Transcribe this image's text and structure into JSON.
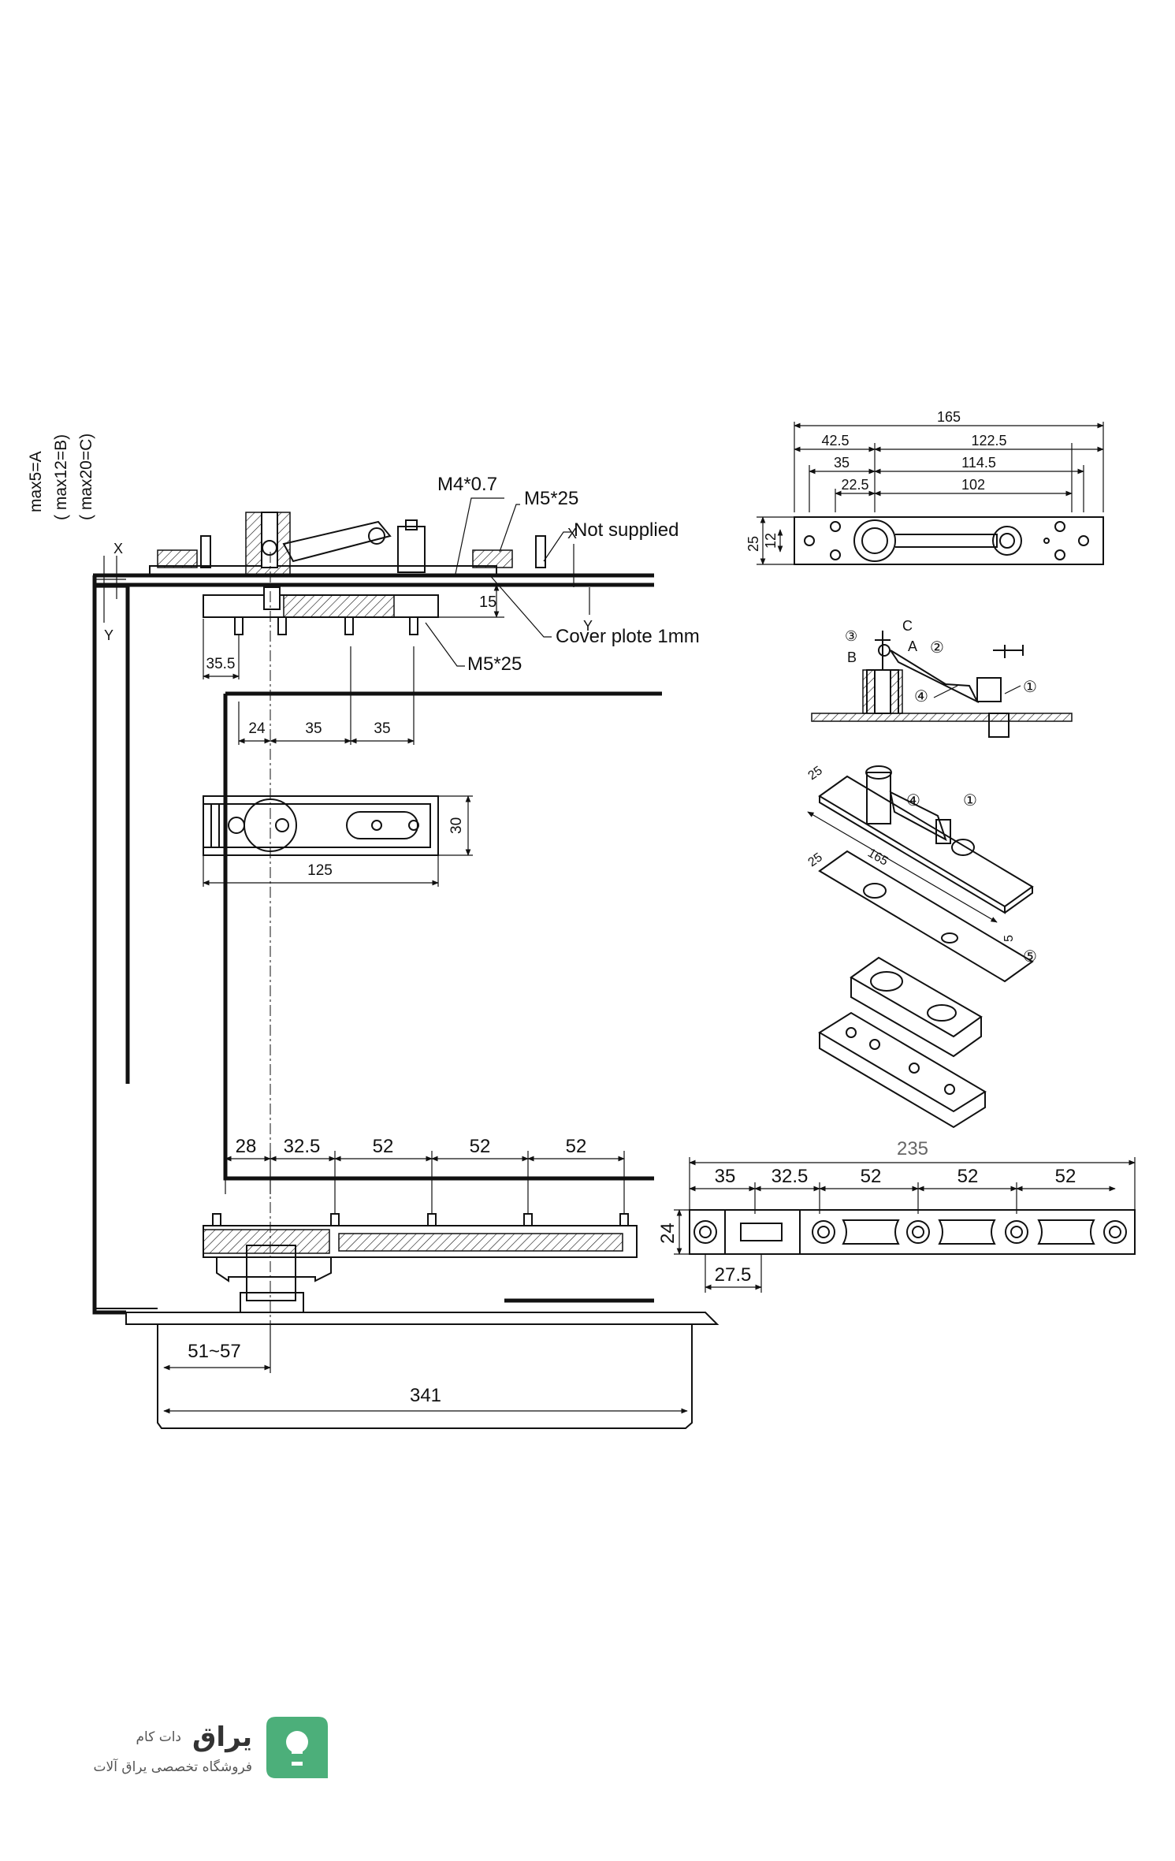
{
  "side_labels": [
    "max5=A",
    "( max12=B)",
    "( max20=C)"
  ],
  "axis_letters": {
    "x": "X",
    "y": "Y"
  },
  "callouts": {
    "m4": "M4*0.7",
    "m5_top": "M5*25",
    "not_supplied": "Not supplied",
    "cover": "Cover plote 1mm",
    "m5_bottom": "M5*25"
  },
  "dims_left": {
    "d15": "15",
    "d35_5": "35.5",
    "d24": "24",
    "d35a": "35",
    "d35b": "35",
    "d30": "30",
    "d125": "125",
    "d28": "28",
    "d32_5": "32.5",
    "d52a": "52",
    "d52b": "52",
    "d52c": "52",
    "d51_57": "51~57",
    "d341": "341"
  },
  "dims_top_right": {
    "d165": "165",
    "d42_5": "42.5",
    "d122_5": "122.5",
    "d35": "35",
    "d114_5": "114.5",
    "d22_5": "22.5",
    "d102": "102",
    "d25": "25",
    "d12": "12"
  },
  "section_labels": {
    "n3": "③",
    "c": "C",
    "b": "B",
    "a": "A",
    "n2": "②",
    "n4": "④",
    "n1": "①"
  },
  "iso_labels": {
    "d25a": "25",
    "d165": "165",
    "d25b": "25",
    "d5": "5",
    "n4": "④",
    "n1": "①",
    "n5": "⑤"
  },
  "dims_bottom_right": {
    "d235": "235",
    "d35": "35",
    "d32_5": "32.5",
    "d52a": "52",
    "d52b": "52",
    "d52c": "52",
    "d24": "24",
    "d27_5": "27.5"
  },
  "logo": {
    "brand": "یراق",
    "suffix": "دات کام",
    "tagline": "فروشگاه تخصصی یراق آلات",
    "color": "#4caf7a"
  }
}
